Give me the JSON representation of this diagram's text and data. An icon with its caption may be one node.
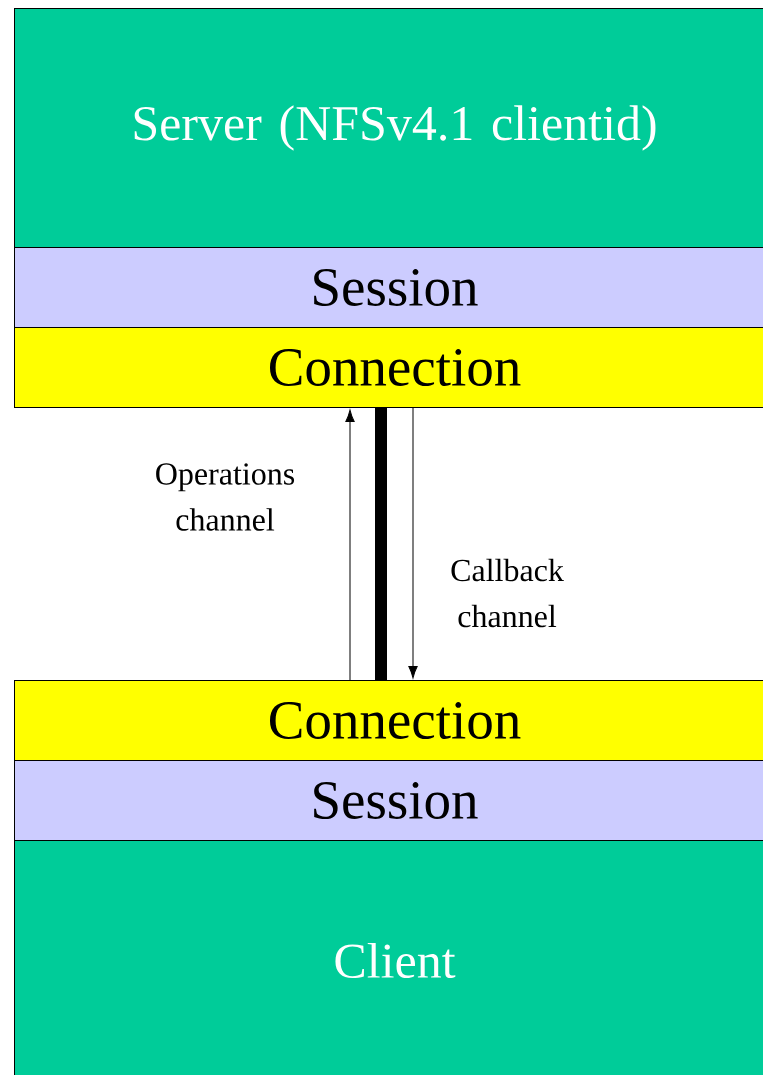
{
  "diagram": {
    "nodes": [
      {
        "text": [
          "Server (NFSv4.1 clientid)"
        ]
      },
      {
        "text": [
          "Session"
        ]
      },
      {
        "text": [
          "Connection"
        ]
      },
      {
        "text": [
          "Connection"
        ]
      },
      {
        "text": [
          "Session"
        ]
      },
      {
        "text": [
          "Client"
        ]
      }
    ],
    "edges": [
      {
        "from": 3,
        "to": 2,
        "arrow": "to",
        "label": "Operations channel"
      },
      {
        "from": 2,
        "to": 3,
        "arrow": "none",
        "style": "thick"
      },
      {
        "from": 2,
        "to": 3,
        "arrow": "to",
        "label": "Callback channel"
      }
    ]
  }
}
